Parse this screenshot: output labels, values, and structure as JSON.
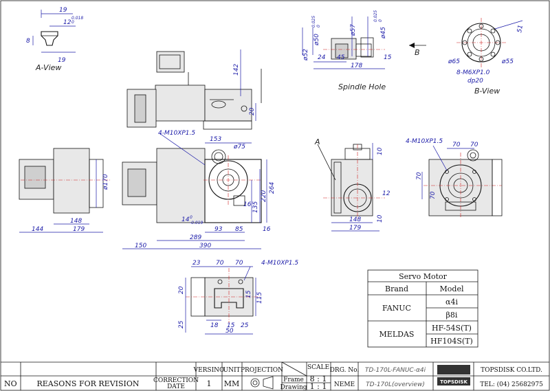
{
  "views": {
    "a_view": "A-View",
    "spindle_hole": "Spindle Hole",
    "b_view": "B-View",
    "a_marker": "A",
    "b_marker": "B"
  },
  "dims": {
    "a_view": [
      "19",
      "12",
      "0.018",
      "0",
      "8",
      "19"
    ],
    "spindle": [
      "ø52",
      "ø50",
      "0.025",
      "0",
      "ø57",
      "ø45",
      "0.025",
      "0",
      "24",
      "45",
      "178",
      "15"
    ],
    "b_view": [
      "51",
      "ø65",
      "ø55",
      "8-M6XP1.0",
      "dp20"
    ],
    "top_side": [
      "142",
      "20"
    ],
    "front": [
      "4-M10XP1.5",
      "153",
      "ø75",
      "ø170",
      "264",
      "220",
      "135",
      "16",
      "14",
      "0",
      "-0.019",
      "93",
      "85",
      "148",
      "179",
      "144",
      "289",
      "390",
      "150",
      "16"
    ],
    "right_side": [
      "10",
      "12",
      "10",
      "148",
      "179"
    ],
    "right_front": [
      "4-M10XP1.5",
      "70",
      "70",
      "70",
      "70"
    ],
    "bottom": [
      "23",
      "70",
      "70",
      "4-M10XP1.5",
      "20",
      "15",
      "115",
      "25",
      "18",
      "15",
      "25",
      "50"
    ]
  },
  "servo_table": {
    "title": "Servo Motor",
    "col_brand": "Brand",
    "col_model": "Model",
    "rows": [
      {
        "brand": "FANUC",
        "models": [
          "α4i",
          "β8i"
        ]
      },
      {
        "brand": "MELDAS",
        "models": [
          "HF-54S(T)",
          "HF104S(T)"
        ]
      }
    ]
  },
  "title_block": {
    "no": "NO",
    "reasons": "REASONS FOR REVISION",
    "correction": "CORRECTION",
    "date": "DATE",
    "version_label": "VERSINO",
    "version": "1",
    "unit_label": "UNIT",
    "unit": "MM",
    "projection_label": "PROJECTION",
    "scale_label": "SCALE",
    "frame_label": "Frame",
    "frame_scale": "8 : 1",
    "drawing_label": "Drawing",
    "drawing_scale": "1 : 1",
    "drg_no_label": "DRG. No.",
    "drg_no": "TD-170L-FANUC-α4i",
    "name_label": "NEME",
    "name": "TD-170L(overview)",
    "company": "TOPSDISK CO.LTD.",
    "tel": "TEL: (04) 25682975",
    "logo_text": "TOPSDISK"
  }
}
